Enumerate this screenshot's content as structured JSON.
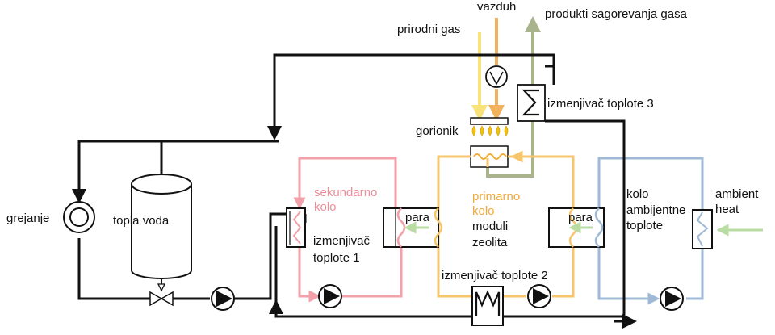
{
  "labels": {
    "prirodni_gas": "prirodni gas",
    "vazduh": "vazduh",
    "produkti": "produkti sagorevanja gasa",
    "hx3": "izmenjivač toplote 3",
    "gorionik": "gorionik",
    "grejanje": "grejanje",
    "topla_voda": "topla voda",
    "sekundarno_1": "sekundarno",
    "sekundarno_2": "kolo",
    "hx1_1": "izmenjivač",
    "hx1_2": "toplote 1",
    "para_left": "para",
    "primarno_1": "primarno",
    "primarno_2": "kolo",
    "moduli_1": "moduli",
    "moduli_2": "zeolita",
    "para_right": "para",
    "ambijent_1": "kolo",
    "ambijent_2": "ambijentne",
    "ambijent_3": "toplote",
    "ambient_1": "ambient",
    "ambient_2": "heat",
    "hx2": "izmenjivač toplote 2"
  },
  "colors": {
    "black": "#111111",
    "gas_yellow": "#f9e27a",
    "air_orange": "#f2b25c",
    "exhaust_green": "#a9b48c",
    "secondary_red": "#f2a0aa",
    "primary_orange": "#f7c56b",
    "ambient_blue": "#9fb9d6",
    "ambient_green": "#b8dca2",
    "flame": "#f5c200"
  }
}
